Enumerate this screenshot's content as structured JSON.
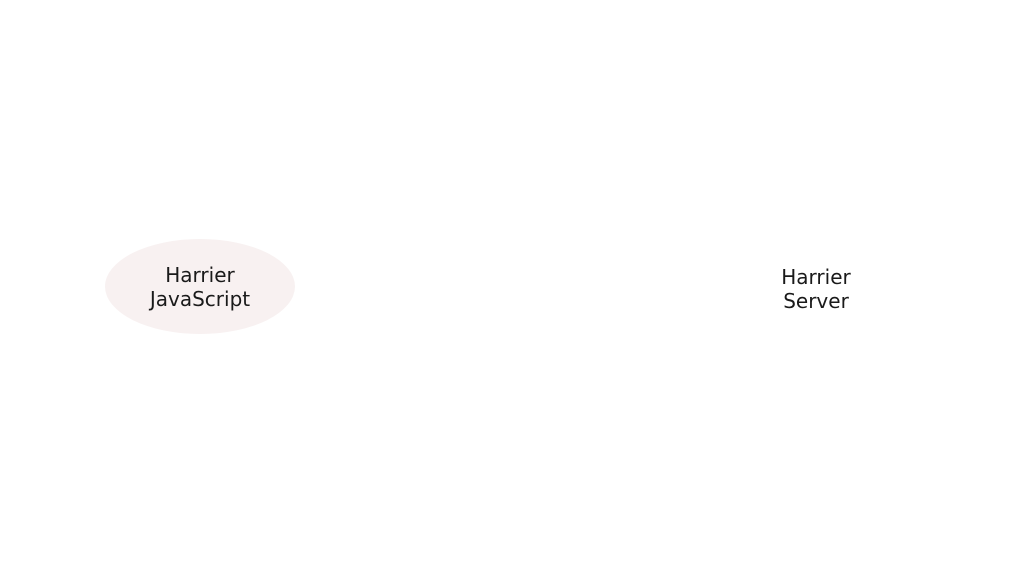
{
  "nodes": {
    "javascript": {
      "line1": "Harrier",
      "line2": "JavaScript",
      "fill": "#f8f1f1"
    },
    "server": {
      "line1": "Harrier",
      "line2": "Server"
    }
  },
  "colors": {
    "background": "#ffffff",
    "text": "#1a1a1a"
  }
}
